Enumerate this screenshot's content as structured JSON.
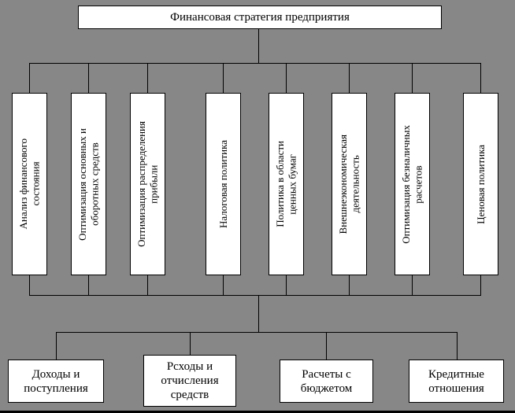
{
  "title": "Финансовая стратегия предприятия",
  "branches": [
    "Анализ финансового\nсостояния",
    "Оптимизация основных и\nоборотных средств",
    "Оптимизация распределения\nприбыли",
    "Налоговая политика",
    "Политика в области\nценных бумаг",
    "Внешнеэкономическая\nдеятельность",
    "Оптимизация безналичных\nрасчетов",
    "Ценовая политика"
  ],
  "bottom_nodes": [
    "Доходы и\nпоступления",
    "Рсходы и\nотчисления\nсредств",
    "Расчеты с\nбюджетом",
    "Кредитные\nотношения"
  ],
  "colors": {
    "background": "#878787",
    "box_background": "#ffffff",
    "line": "#000000",
    "text": "#000000"
  }
}
